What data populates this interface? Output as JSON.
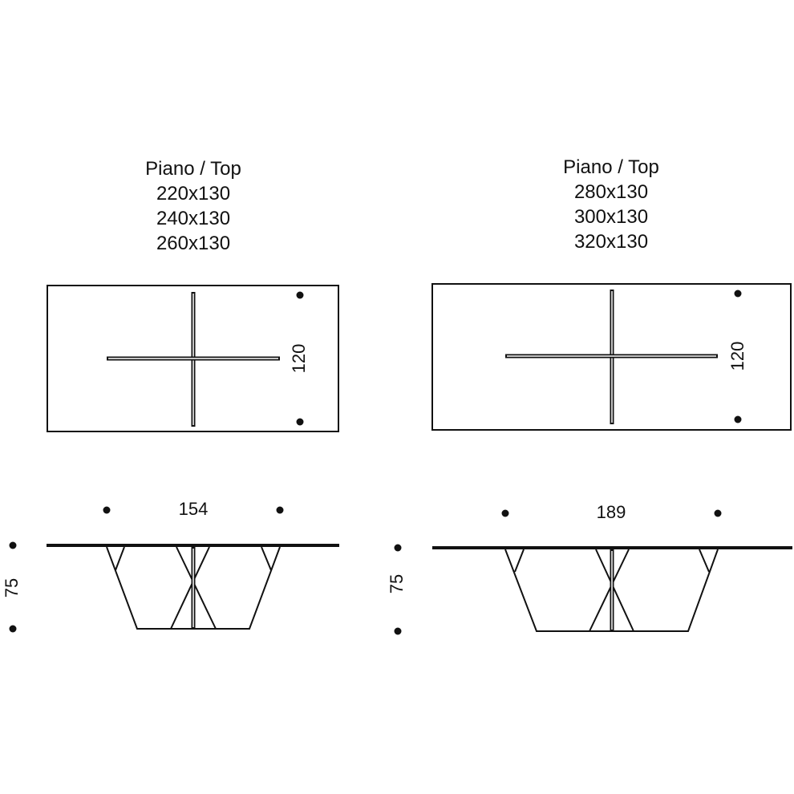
{
  "tables": [
    {
      "title": "Piano / Top",
      "sizes": [
        "220x130",
        "240x130",
        "260x130"
      ],
      "depth_label": "120",
      "leg_span_label": "154",
      "height_label": "75"
    },
    {
      "title": "Piano / Top",
      "sizes": [
        "280x130",
        "300x130",
        "320x130"
      ],
      "depth_label": "120",
      "leg_span_label": "189",
      "height_label": "75"
    }
  ]
}
